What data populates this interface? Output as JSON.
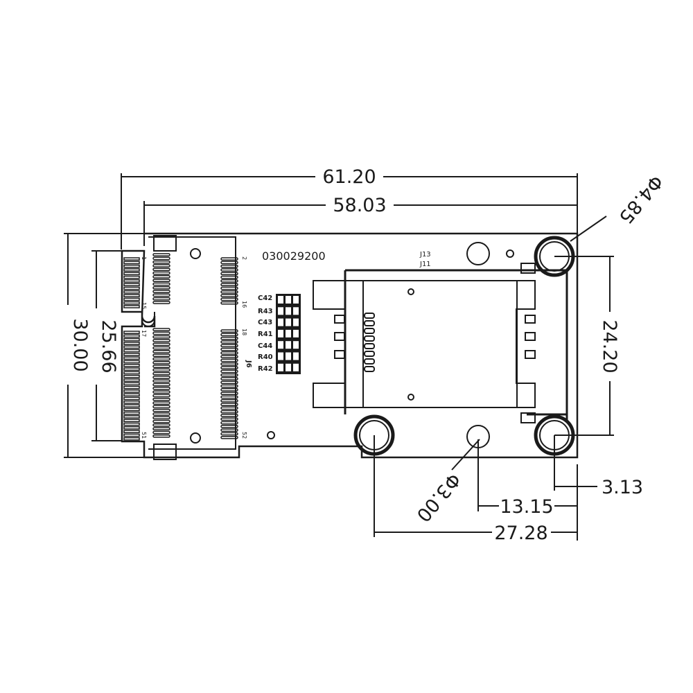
{
  "dimensions": {
    "width_overall": "61.20",
    "width_edge": "58.03",
    "height_overall": "30.00",
    "connector_length": "25.66",
    "hole_spacing_vertical": "24.20",
    "large_hole_diameter": "Φ4.85",
    "small_hole_diameter": "Φ3.00",
    "small_hole_offset": "13.15",
    "hole_edge_offset": "3.13",
    "hole_spacing_horizontal": "27.28"
  },
  "board": {
    "part_number": "030029200",
    "ref_j13": "J13",
    "ref_j11": "J11",
    "ref_j6": "J6",
    "components": [
      "C42",
      "R43",
      "C43",
      "R41",
      "C44",
      "R40",
      "R42"
    ],
    "pins": {
      "p1": "1",
      "p15": "15",
      "p17": "17",
      "p51": "51",
      "p2": "2",
      "p16": "16",
      "p18": "18",
      "p52": "52"
    }
  },
  "colors": {
    "line": "#1a1a1a",
    "background": "#ffffff"
  }
}
